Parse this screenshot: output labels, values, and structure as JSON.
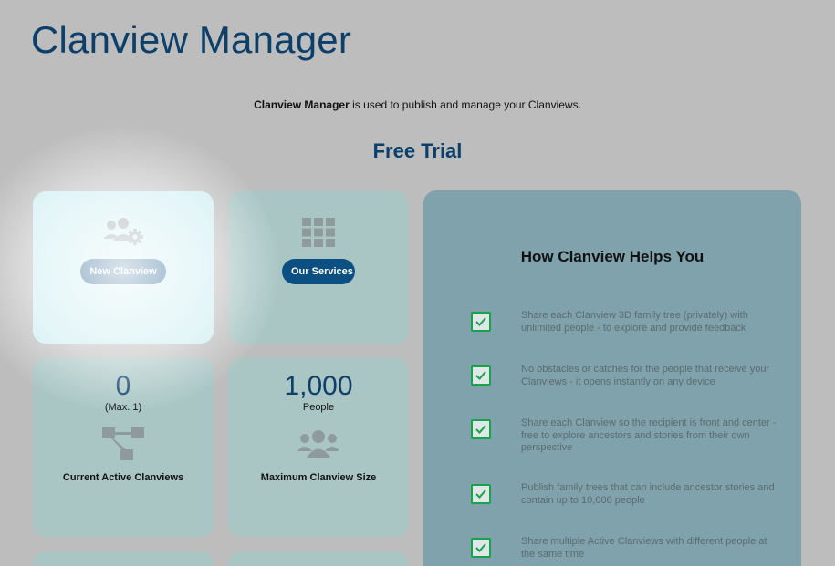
{
  "header": {
    "title": "Clanview Manager"
  },
  "intro": {
    "strong": "Clanview Manager",
    "rest": " is used to publish and manage your Clanviews."
  },
  "plan": {
    "title": "Free Trial"
  },
  "actions": {
    "new_clanview": {
      "label": "New Clanview",
      "icon": "users-gear-icon"
    },
    "our_services": {
      "label": "Our Services",
      "icon": "grid-icon"
    }
  },
  "stats": {
    "active": {
      "value": "0",
      "sub": "(Max. 1)",
      "label": "Current Active Clanviews",
      "icon": "tree-nodes-icon"
    },
    "size": {
      "value": "1,000",
      "sub": "People",
      "label": "Maximum Clanview Size",
      "icon": "users-icon"
    }
  },
  "help": {
    "title": "How Clanview Helps You",
    "benefits": [
      "Share each Clanview 3D family tree (privately) with unlimited people - to explore and provide feedback",
      "No obstacles or catches for the people that receive your Clanviews - it opens instantly on any device",
      "Share each Clanview so the recipient is front and center - free to explore ancestors and stories from their own perspective",
      "Publish family trees that can include ancestor stories and contain up to 10,000 people",
      "Share multiple Active Clanviews with different people at the same time"
    ]
  },
  "colors": {
    "brand": "#0c3f6a",
    "button": "#0c4f82",
    "tile": "#a9c6c5",
    "help_card": "#7fa2ad",
    "check": "#16a34a"
  }
}
